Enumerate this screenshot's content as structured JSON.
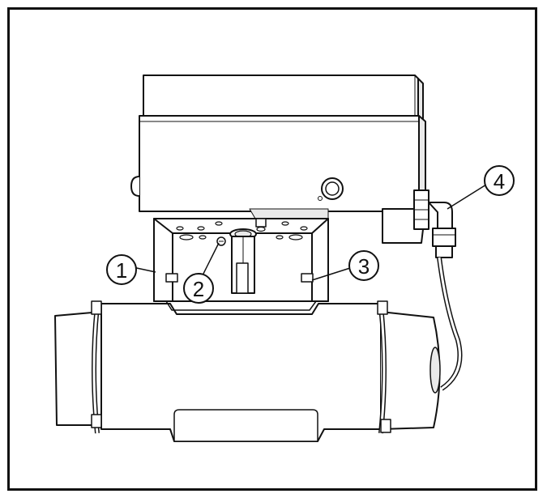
{
  "diagram": {
    "callouts": [
      {
        "label": "1"
      },
      {
        "label": "2"
      },
      {
        "label": "3"
      },
      {
        "label": "4"
      }
    ],
    "colors": {
      "line": "#111111",
      "fill": "#ffffff",
      "shade": "#e9e9e9"
    }
  }
}
